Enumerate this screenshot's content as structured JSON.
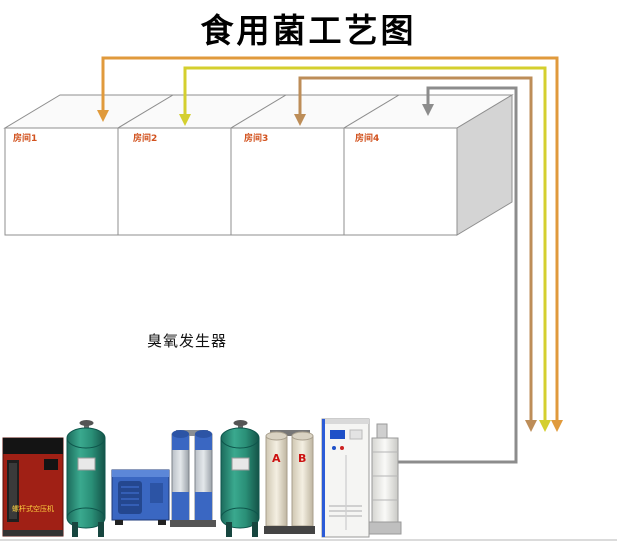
{
  "title": "食用菌工艺图",
  "rooms": [
    {
      "label": "房间1"
    },
    {
      "label": "房间2"
    },
    {
      "label": "房间3"
    },
    {
      "label": "房间4"
    }
  ],
  "labels": {
    "ozone_generator": "臭氧发生器",
    "compressor": "螺杆式空压机",
    "tower_a": "A",
    "tower_b": "B"
  },
  "colors": {
    "pipe_orange": "#E09A3C",
    "pipe_yellow": "#D4CF2E",
    "pipe_tan": "#BD8D58",
    "pipe_gray": "#8C8C8C",
    "room_label": "#D2521E",
    "tower_letter": "#CC1111",
    "compressor_text": "#FFD23F"
  }
}
